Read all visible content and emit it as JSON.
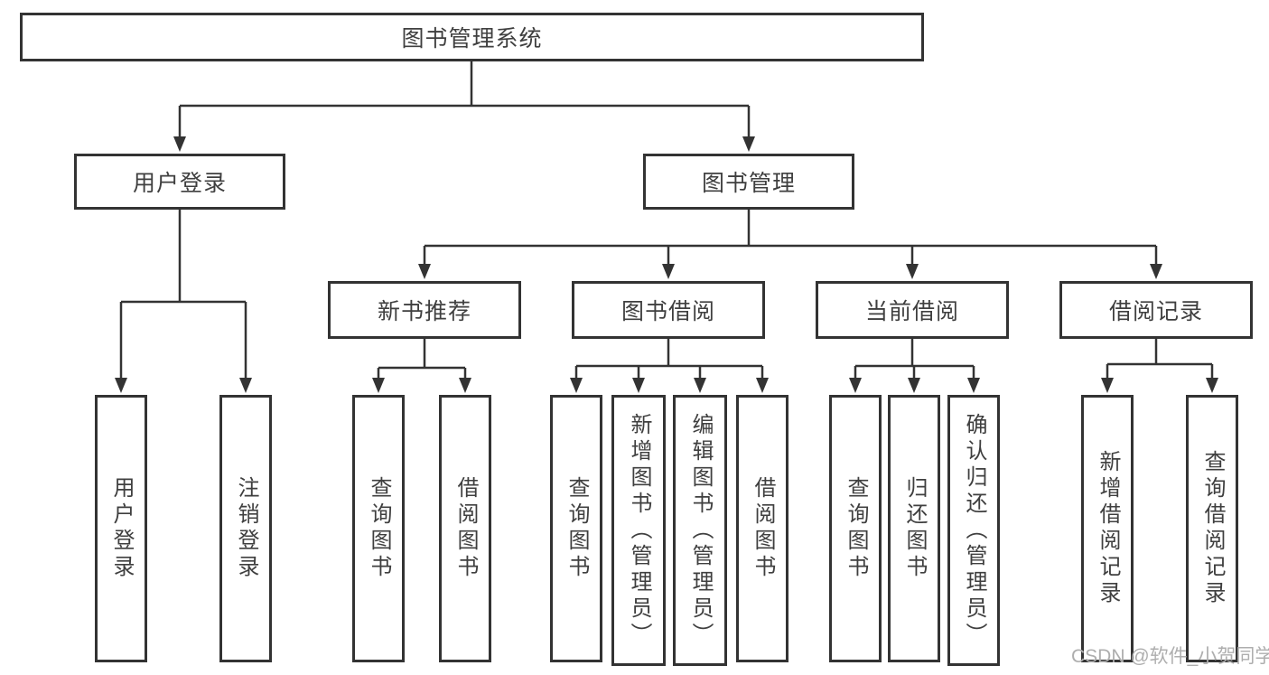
{
  "diagram_title": "图书管理系统",
  "tree": {
    "label": "图书管理系统",
    "children": [
      {
        "label": "用户登录",
        "children": [
          {
            "label": "用户登录"
          },
          {
            "label": "注销登录"
          }
        ]
      },
      {
        "label": "图书管理",
        "children": [
          {
            "label": "新书推荐",
            "children": [
              {
                "label": "查询图书"
              },
              {
                "label": "借阅图书"
              }
            ]
          },
          {
            "label": "图书借阅",
            "children": [
              {
                "label": "查询图书"
              },
              {
                "label": "新增图书（管理员）"
              },
              {
                "label": "编辑图书（管理员）"
              },
              {
                "label": "借阅图书"
              }
            ]
          },
          {
            "label": "当前借阅",
            "children": [
              {
                "label": "查询图书"
              },
              {
                "label": "归还图书"
              },
              {
                "label": "确认归还（管理员）"
              }
            ]
          },
          {
            "label": "借阅记录",
            "children": [
              {
                "label": "新增借阅记录"
              },
              {
                "label": "查询借阅记录"
              }
            ]
          }
        ]
      }
    ]
  },
  "watermark": {
    "text": "CSDN @软件_小贺同学"
  },
  "colors": {
    "line": "#333333",
    "box_border": "#333333",
    "label_text": "#3f3f3f",
    "watermark_text": "#aeaeae",
    "background": "#ffffff"
  }
}
